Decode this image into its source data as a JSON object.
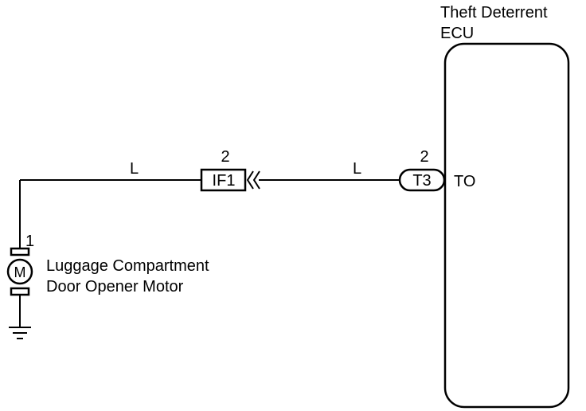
{
  "ecu": {
    "title_line1": "Theft Deterrent",
    "title_line2": "ECU",
    "terminal": "TO"
  },
  "connector_t3": {
    "label": "T3",
    "pin": "2"
  },
  "connector_if1": {
    "label": "IF1",
    "pin": "2"
  },
  "wires": {
    "left_color": "L",
    "right_color": "L"
  },
  "motor": {
    "pin": "1",
    "symbol": "M",
    "name_line1": "Luggage Compartment",
    "name_line2": "Door Opener Motor"
  },
  "icons": {
    "ground": "ground-icon",
    "motor": "motor-icon",
    "inline_connector": "inline-connector-icon"
  },
  "colors": {
    "line": "#000000",
    "background": "#ffffff"
  }
}
